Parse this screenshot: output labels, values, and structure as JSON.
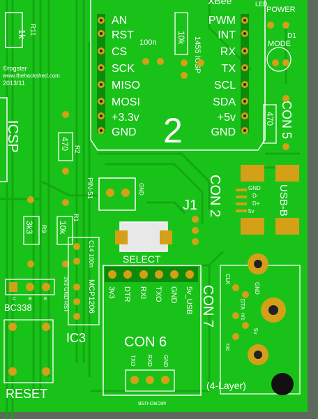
{
  "header_labels": {
    "xbee": "XBee",
    "led": "LED",
    "power": "POWER",
    "mode": "MODE",
    "d1": "D1"
  },
  "resistors": {
    "r11": "R11",
    "r11_val": "1k",
    "r2": "R2",
    "r2_val": "470",
    "r1": "R1",
    "r1_val": "10k",
    "r9": "R9",
    "r9_val": "3k3",
    "r10k": "10k",
    "r470": "470"
  },
  "credits": {
    "line1": "©rogster",
    "line2": "www.thehackshed.com",
    "line3": "2013/11"
  },
  "icsp": {
    "label": "ICSP",
    "label2": "1455 ICSP"
  },
  "xbee_left_pins": [
    "AN",
    "RST",
    "CS",
    "SCK",
    "MISO",
    "MOSI",
    "+3.3v",
    "GND"
  ],
  "xbee_right_pins": [
    "PWM",
    "INT",
    "RX",
    "TX",
    "SCL",
    "SDA",
    "+5v",
    "GND"
  ],
  "xbee_number": "2",
  "cap_100n": "100n",
  "con5": "CON 5",
  "pin51": {
    "label": "PIN-51",
    "gnd": "GND"
  },
  "j1": "J1",
  "con2": "CON 2",
  "usb": {
    "label": "USB-B",
    "pins": [
      "GND",
      "D-",
      "D+",
      "5v"
    ]
  },
  "select": "SELECT",
  "mcp": {
    "c14": "C14 100n",
    "chip": "MCP1206",
    "pins": "3v3 GND RST"
  },
  "ic3": "IC3",
  "bc338": {
    "name": "BC338",
    "pins": [
      "C",
      "B",
      "E"
    ]
  },
  "reset": "RESET",
  "ftdi_pins": [
    "3v3",
    "DTR",
    "RXI",
    "TXO",
    "GND",
    "5v_USB"
  ],
  "con6": "CON 6",
  "con7": "CON 7",
  "ps2_pins": [
    "CLK",
    "GND",
    "DTA",
    "n/c",
    "5v",
    "n/c"
  ],
  "micro_usb": {
    "pins": [
      "TXO",
      "RXD",
      "GND"
    ],
    "label": "MICRO-USB"
  },
  "layers": "(4-Layer)"
}
